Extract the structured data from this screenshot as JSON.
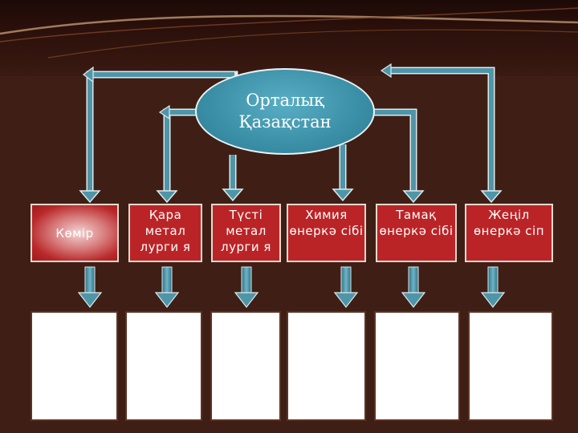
{
  "center_node": {
    "line1": "Орталық",
    "line2": "Қазақстан"
  },
  "categories": [
    {
      "label": "Көмір"
    },
    {
      "label": "Қара метал лурги я"
    },
    {
      "label": "Түсті метал лурги я"
    },
    {
      "label": "Химия өнеркә сібі"
    },
    {
      "label": "Тамақ өнеркә сібі"
    },
    {
      "label": "Жеңіл өнеркә сіп"
    }
  ],
  "colors": {
    "background": "#3f1f15",
    "arrow": "#4f95a8",
    "node": "#3a8fa6",
    "category": "#b9282a"
  }
}
